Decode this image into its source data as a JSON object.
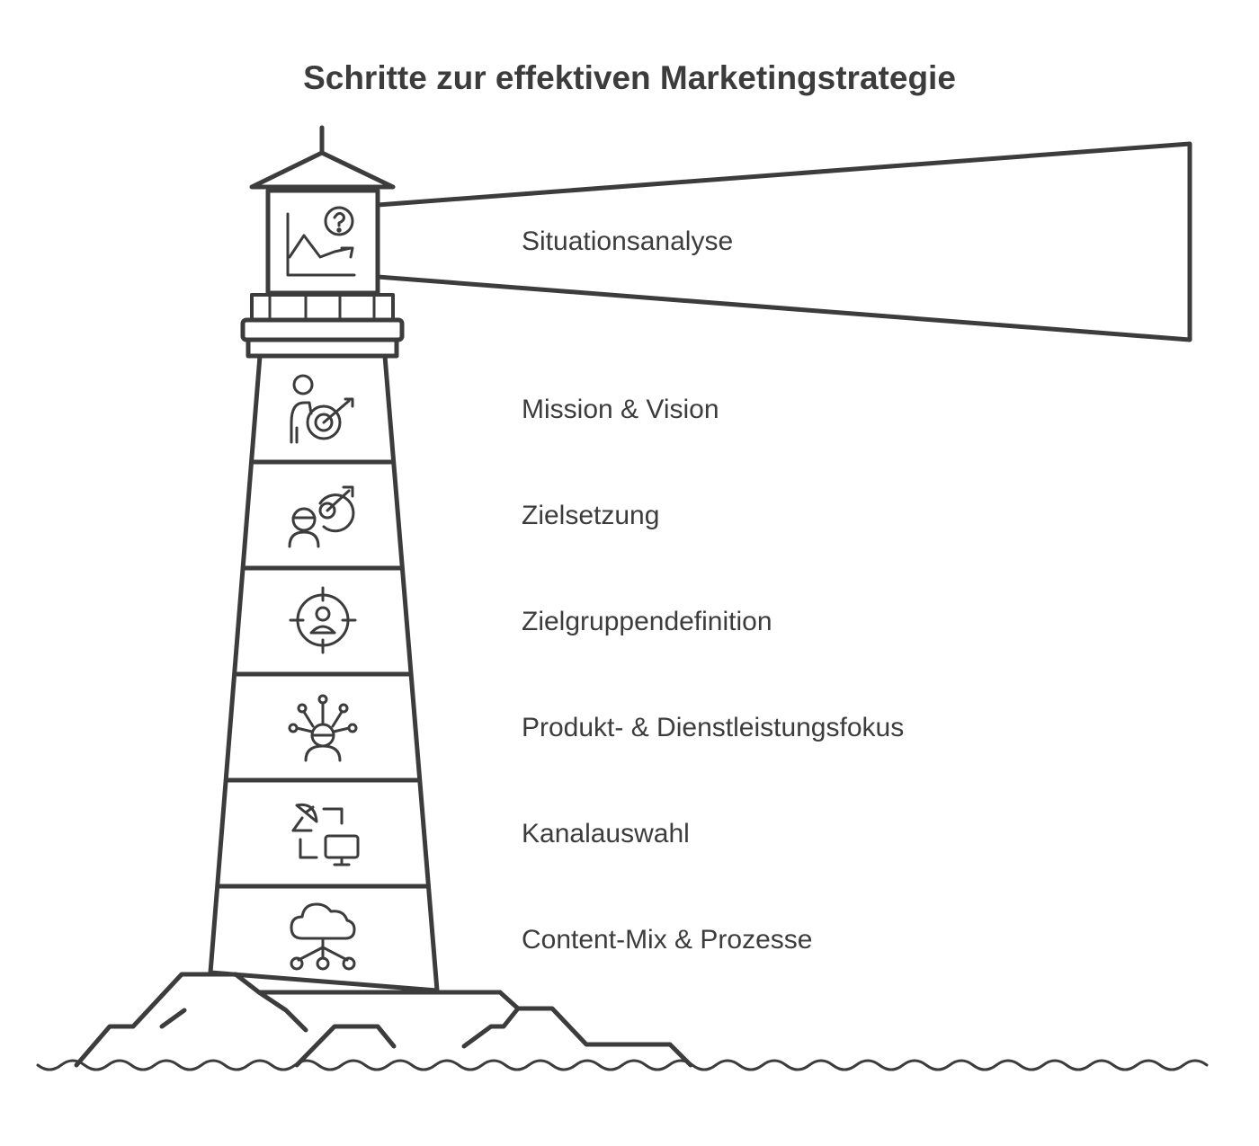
{
  "title": "Schritte zur effektiven Marketingstrategie",
  "steps": [
    {
      "label": "Situationsanalyse",
      "icon": "chart-question-icon"
    },
    {
      "label": "Mission & Vision",
      "icon": "person-target-icon"
    },
    {
      "label": "Zielsetzung",
      "icon": "person-goal-icon"
    },
    {
      "label": "Zielgruppendefinition",
      "icon": "target-audience-icon"
    },
    {
      "label": "Produkt- & Dienstleistungsfokus",
      "icon": "person-network-icon"
    },
    {
      "label": "Kanalauswahl",
      "icon": "satellite-monitor-icon"
    },
    {
      "label": "Content-Mix & Prozesse",
      "icon": "cloud-network-icon"
    }
  ],
  "colors": {
    "stroke": "#3c3c3c",
    "background": "#ffffff"
  }
}
